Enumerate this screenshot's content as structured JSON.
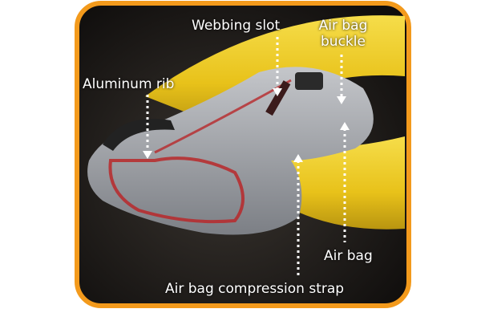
{
  "labels": {
    "webbing_slot": "Webbing slot",
    "air_bag_buckle_line1": "Air bag",
    "air_bag_buckle_line2": "buckle",
    "aluminum_rib": "Aluminum rib",
    "air_bag": "Air bag",
    "compression_strap": "Air bag compression strap"
  },
  "colors": {
    "frame_border": "#f39a1c",
    "background": "#151311",
    "kayak_yellow": "#f2cf1f",
    "bag_gray": "#9a9da3",
    "rib_red": "#b8282a",
    "leader_lines": "#ffffff"
  }
}
